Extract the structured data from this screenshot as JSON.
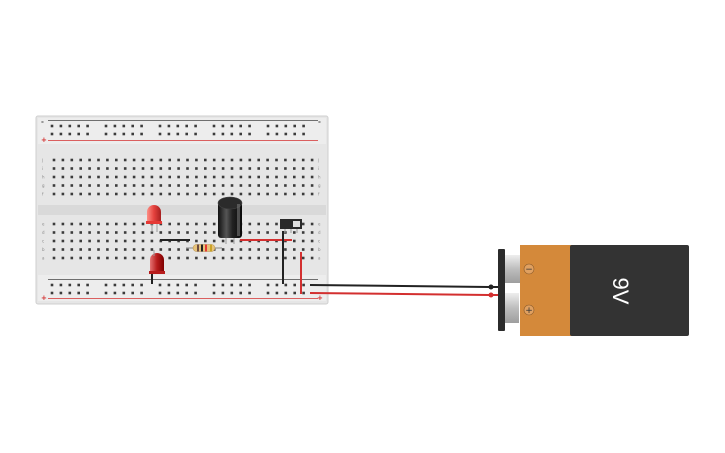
{
  "breadboard": {
    "columns": 30,
    "rail_signs": {
      "top_left_minus": "-",
      "top_left_plus": "+",
      "top_right_minus": "-",
      "bottom_left_plus": "+",
      "bottom_right_plus": "+"
    },
    "row_letters_top": [
      "j",
      "i",
      "h",
      "g",
      "f"
    ],
    "row_letters_bottom": [
      "e",
      "d",
      "c",
      "b",
      "a"
    ]
  },
  "battery": {
    "label": "9V",
    "minus_sign": "−",
    "plus_sign": "+",
    "colors": {
      "cap": "#d4893a",
      "body": "#333333",
      "terminal": "#c8c8c8"
    }
  },
  "components": {
    "led_1": {
      "name": "red-led",
      "color": "#e53935"
    },
    "led_2": {
      "name": "red-led",
      "color": "#c62828"
    },
    "capacitor": {
      "name": "electrolytic-capacitor"
    },
    "resistor": {
      "name": "resistor"
    },
    "switch": {
      "name": "slide-switch"
    }
  },
  "wires": {
    "red": "#d32f2f",
    "black": "#222222"
  }
}
